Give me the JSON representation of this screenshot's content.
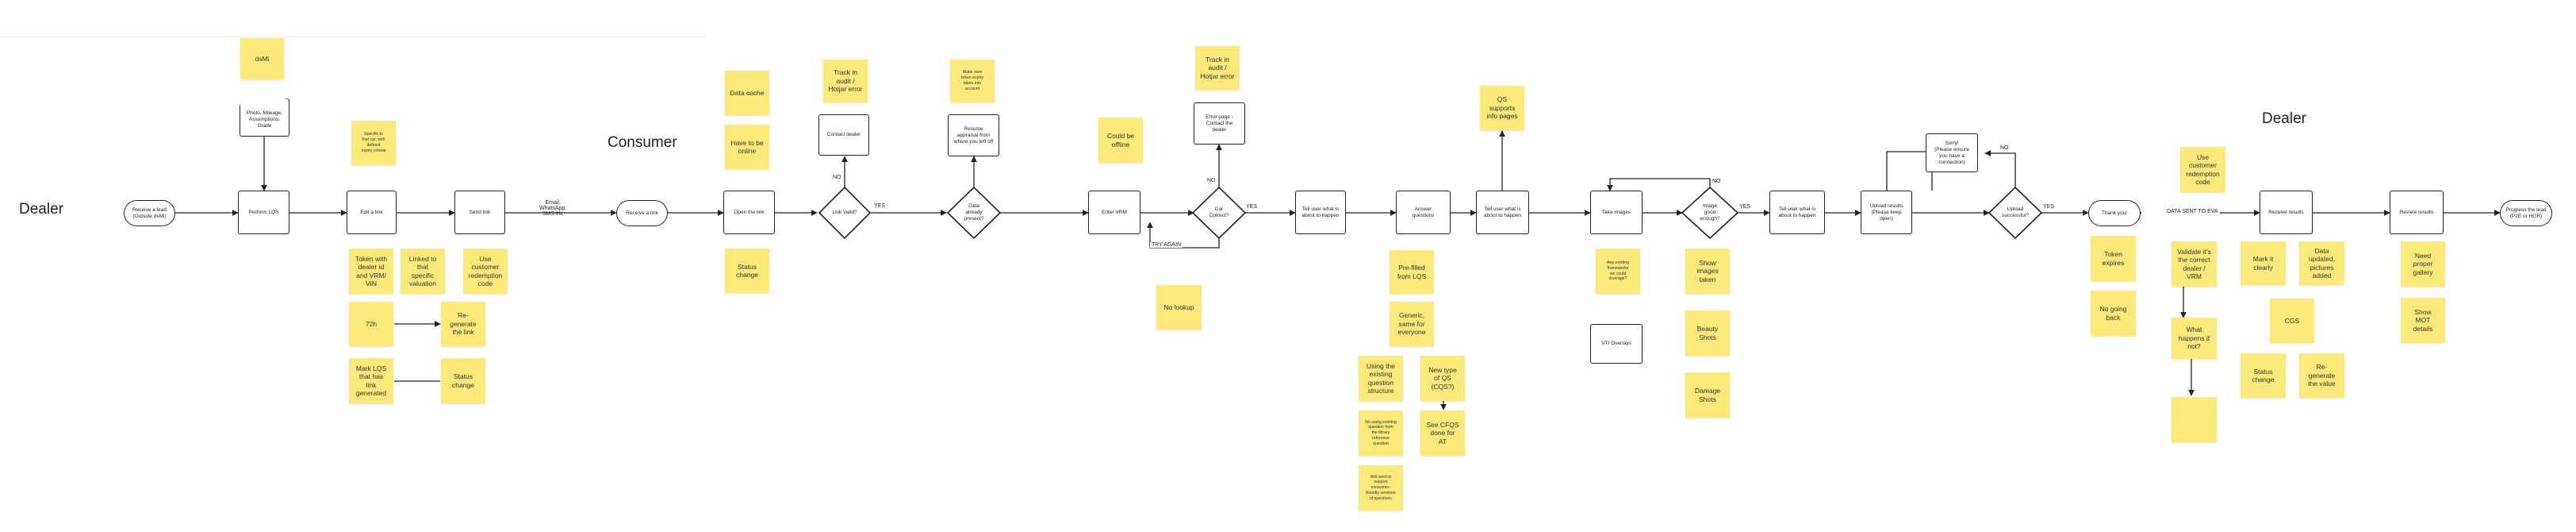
{
  "headings": {
    "dealer_left": "Dealer",
    "consumer": "Consumer",
    "dealer_right": "Dealer"
  },
  "nodes": {
    "receive_lead": "Receive a lead\n(Outside dsMi)",
    "perform_lqs": "Perform LQS",
    "edit_link": "Edit a link",
    "send_link": "Send link",
    "receive_link": "Receive a link",
    "open_link": "Open the link",
    "link_valid": "Link Valid?",
    "contact_dealer": "Contact dealer",
    "data_already_present": "Data\nalready\npresent?",
    "resume_appraisal": "Resume\nappraisal from\nwhere you left off",
    "enter_vrm": "Enter VRM",
    "car_correct": "Car\nCorrect?",
    "error_page": "Error page -\nContact the\ndealer",
    "tell_user_1": "Tell user what is\nabout to happen",
    "answer_questions": "Answer\nquestions",
    "tell_user_2": "Tell user what is\nabout to happen",
    "take_images": "Take images",
    "image_good": "Image\ngood\nenough?",
    "tell_user_3": "Tell user what is\nabout to happen",
    "upload_results": "Upload results\n(Please keep\nopen)",
    "sorry": "Sorry!\n(Please ensure\nyou have a\nconnection)",
    "upload_successful": "Upload\nsuccessful?",
    "thank_you": "Thank you!",
    "receive_results": "Receive results",
    "review_results": "Review results",
    "progress_lead": "Progress the lead\n(P2E or HGR)",
    "vti_overlays": "VTI Overlays",
    "photo_box": "Photo, Mileage,\nAssumptions,\nGrade"
  },
  "edge_labels": {
    "channels": "Email,\nWhatsApp,\nSMS etc",
    "no": "NO",
    "yes": "YES",
    "try_again": "TRY AGAIN",
    "data_sent": "DATA SENT TO EVA"
  },
  "stickies": {
    "dsmi": "dsMi",
    "specific": "Specific to\nthat car, with\ndefined\nexpiry criteria",
    "token": "Token with\ndealer id\nand VRM/\nVIN",
    "linked_valuation": "Linked to\nthat\nspecific\nvaluation",
    "use_code_1": "Use\ncustomer\nredemption\ncode",
    "h72": "72h",
    "regenerate_link": "Re-\ngenerate\nthe link",
    "mark_lqs": "Mark LQS\nthat has\nlink\ngenerated",
    "status_change_1": "Status\nchange",
    "data_cache": "Data cache",
    "have_online": "Have to be\nonline",
    "status_change_2": "Status\nchange",
    "track_audit_1": "Track in\naudit /\nHotjar error",
    "make_sure_token": "Make sure\ntoken expiry\ntaken into\naccount",
    "could_offline": "Could be\noffline",
    "track_audit_2": "Track in\naudit /\nHotjar error",
    "no_lookup": "No lookup",
    "prefilled": "Pre-filled\nfrom LQS",
    "generic": "Generic,\nsame for\neveryone",
    "using_existing": "Using the\nexisting\nquestion\nstructure",
    "new_type": "New type\nof QS\n(CQS?)",
    "no_using_existing": "No using existing\nquestion from\nthe library\nreference\nquestion",
    "see_cfqs": "See CFQS\ndone for\nAT",
    "will_need": "Will need to\nsupport\nconsumer-\nfriendly versions\nof questions",
    "qs_supports": "QS\nsupports\ninfo pages",
    "any_existing": "Any existing\nframeworks\nwe could\nleverage?",
    "show_images": "Show\nimages\ntaken",
    "beauty_shots": "Beauty\nShots",
    "damage_shots": "Damage\nShots",
    "token_expires": "Token\nexpires",
    "no_going_back": "No going\nback",
    "use_code_2": "Use\ncustomer\nredemption\ncode",
    "validate": "Validate it's\nthe correct\ndealer /\nVRM",
    "what_happens": "What\nhappens if\nnot?",
    "empty": "",
    "mark_clearly": "Mark it\nclearly",
    "data_updated": "Data\nupdated,\npictures\nadded",
    "cgs": "CGS",
    "status_change_3": "Status\nchange",
    "regenerate_value": "Re-\ngenerate\nthe value",
    "need_gallery": "Need\nproper\ngallery",
    "show_mot": "Show\nMOT\ndetails"
  },
  "colors": {
    "sticky": "#fbe97a",
    "line": "#222222",
    "background": "#ffffff"
  }
}
